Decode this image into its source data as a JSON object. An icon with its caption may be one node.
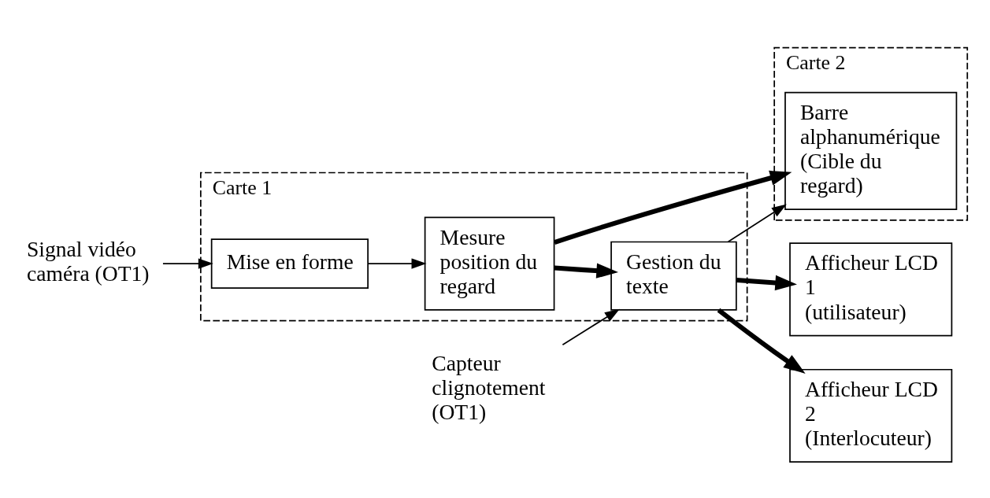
{
  "diagram": {
    "nodes": [
      {
        "text": [
          "Carte 2"
        ]
      },
      {
        "text": [
          "Barre alphanumérique (Cible du regard)"
        ],
        "in": 0
      },
      {
        "text": [
          "Carte 1"
        ]
      },
      {
        "text": [
          "Mise en forme"
        ],
        "in": 2
      },
      {
        "text": [
          "Mesure position du regard"
        ],
        "in": 2
      },
      {
        "text": [
          "Gestion du texte"
        ],
        "in": 2
      },
      {
        "text": [
          "Signal vidéo caméra (OT1)"
        ]
      },
      {
        "text": [
          "Capteur clignotement (OT1)"
        ]
      },
      {
        "text": [
          "Afficheur LCD 1 (utilisateur)"
        ]
      },
      {
        "text": [
          "Afficheur LCD 2 (Interlocuteur)"
        ]
      }
    ],
    "edges": [
      {
        "from": 6,
        "to": 3,
        "arrow": "to"
      },
      {
        "from": 3,
        "to": 4,
        "arrow": "to"
      },
      {
        "from": 4,
        "to": 5,
        "arrow": "to",
        "style": "thick"
      },
      {
        "from": 4,
        "to": 1,
        "arrow": "to",
        "style": "thick"
      },
      {
        "from": 5,
        "to": 1,
        "arrow": "to"
      },
      {
        "from": 7,
        "to": 5,
        "arrow": "to"
      },
      {
        "from": 5,
        "to": 8,
        "arrow": "to",
        "style": "thick"
      },
      {
        "from": 5,
        "to": 9,
        "arrow": "to",
        "style": "thick"
      }
    ]
  }
}
